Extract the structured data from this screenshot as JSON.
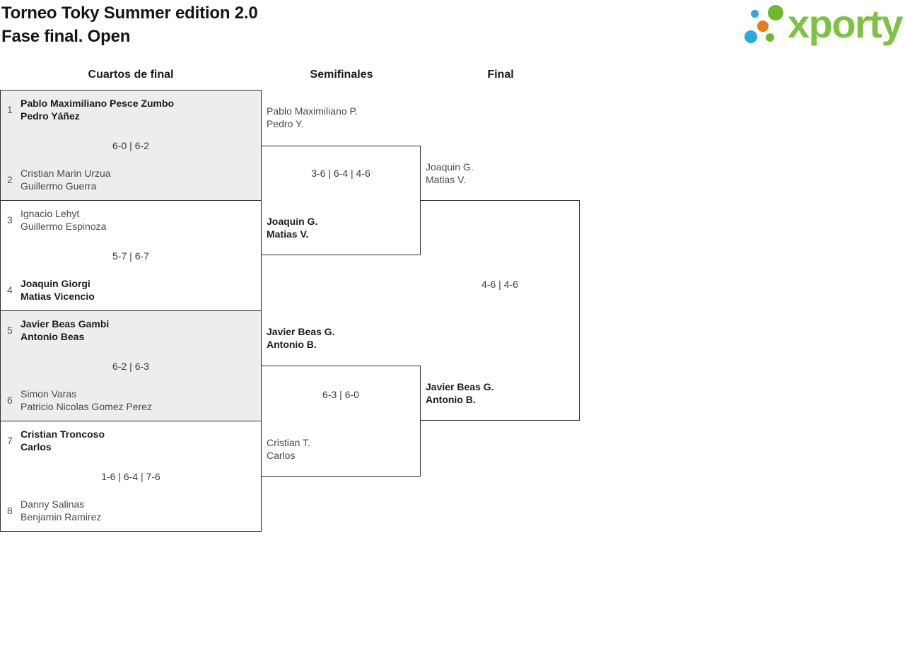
{
  "header": {
    "title_line1": "Torneo Toky Summer edition 2.0",
    "title_line2": "Fase final. Open",
    "logo_text": "xporty"
  },
  "round_headers": {
    "quarterfinals": "Cuartos de final",
    "semifinals": "Semifinales",
    "final": "Final"
  },
  "colors": {
    "logo_green": "#7dc242",
    "logo_blue": "#29a9e1",
    "logo_orange": "#e87a18",
    "match_box_gray": "#ededed",
    "border": "#2e2e2e",
    "winner_text": "#1c1c1c",
    "loser_text": "#4a4a4a"
  },
  "bracket": {
    "quarterfinals": [
      {
        "seed_top": "1",
        "team_top_line1": "Pablo Maximiliano Pesce Zumbo",
        "team_top_line2": "Pedro Yáñez",
        "top_winner": true,
        "score": "6-0 | 6-2",
        "seed_bottom": "2",
        "team_bottom_line1": "Cristian Marin Urzua",
        "team_bottom_line2": "Guillermo Guerra",
        "bottom_winner": false
      },
      {
        "seed_top": "3",
        "team_top_line1": "Ignacio Lehyt",
        "team_top_line2": "Guillermo Espinoza",
        "top_winner": false,
        "score": "5-7 | 6-7",
        "seed_bottom": "4",
        "team_bottom_line1": "Joaquin Giorgi",
        "team_bottom_line2": "Matias Vicencio",
        "bottom_winner": true
      },
      {
        "seed_top": "5",
        "team_top_line1": "Javier Beas Gambi",
        "team_top_line2": "Antonio Beas",
        "top_winner": true,
        "score": "6-2 | 6-3",
        "seed_bottom": "6",
        "team_bottom_line1": "Simon Varas",
        "team_bottom_line2": "Patricio Nicolas Gomez Perez",
        "bottom_winner": false
      },
      {
        "seed_top": "7",
        "team_top_line1": "Cristian Troncoso",
        "team_top_line2": "Carlos",
        "top_winner": true,
        "score": "1-6 | 6-4 | 7-6",
        "seed_bottom": "8",
        "team_bottom_line1": "Danny Salinas",
        "team_bottom_line2": "Benjamin Ramirez",
        "bottom_winner": false
      }
    ],
    "semifinals": [
      {
        "team_top_line1": "Pablo Maximiliano P.",
        "team_top_line2": "Pedro Y.",
        "top_winner": false,
        "score": "3-6 | 6-4 | 4-6",
        "team_bottom_line1": "Joaquin G.",
        "team_bottom_line2": "Matias V.",
        "bottom_winner": true
      },
      {
        "team_top_line1": "Javier Beas G.",
        "team_top_line2": "Antonio B.",
        "top_winner": true,
        "score": "6-3 | 6-0",
        "team_bottom_line1": "Cristian T.",
        "team_bottom_line2": "Carlos",
        "bottom_winner": false
      }
    ],
    "final": {
      "team_top_line1": "Joaquin G.",
      "team_top_line2": "Matias V.",
      "top_winner": false,
      "score": "4-6 | 4-6",
      "team_bottom_line1": "Javier Beas G.",
      "team_bottom_line2": "Antonio B.",
      "bottom_winner": true
    }
  }
}
